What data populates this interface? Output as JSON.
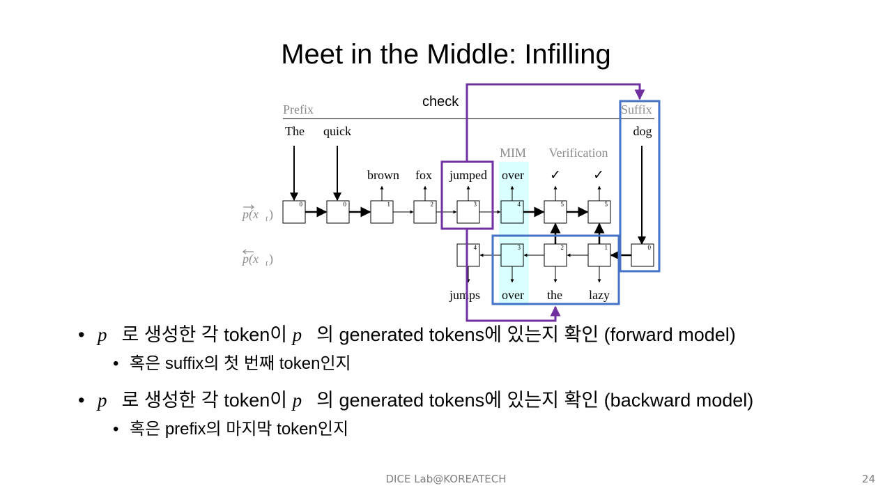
{
  "slide": {
    "title": "Meet in the Middle: Infilling",
    "footer": "DICE Lab@KOREATECH",
    "page_number": "24"
  },
  "diagram": {
    "check_label": "check",
    "prefix_label": "Prefix",
    "suffix_label": "Suffix",
    "mim_label": "MIM",
    "verification_label": "Verification",
    "forward_label": "p(x",
    "forward_sub": "t",
    "backward_label": "p(x",
    "backward_sub": "t",
    "prefix_tokens": [
      "The",
      "quick"
    ],
    "suffix_token": "dog",
    "forward_outputs": [
      "brown",
      "fox",
      "jumped",
      "over"
    ],
    "checkmarks": [
      "✓",
      "✓"
    ],
    "backward_outputs": [
      "jumps",
      "over",
      "the",
      "lazy"
    ],
    "forward_indices": [
      "0",
      "0",
      "1",
      "2",
      "3",
      "4",
      "5",
      "5"
    ],
    "backward_indices": [
      "4",
      "3",
      "2",
      "1",
      "0"
    ],
    "colors": {
      "purple": "#7030a0",
      "blue": "#4472c4",
      "mim_highlight": "#d9ffff"
    }
  },
  "bullets": {
    "b1": {
      "pre": "로 생성한 각 token이 ",
      "mid": "의 generated tokens에 있는지 확인 (forward model)"
    },
    "b1_sub": "혹은 suffix의 첫 번째 token인지",
    "b2": {
      "pre": "로 생성한 각 token이 ",
      "mid": "의 generated tokens에 있는지 확인 (backward model)"
    },
    "b2_sub": "혹은 prefix의 마지막 token인지",
    "p_forward": "p⃗",
    "p_backward": "p⃖"
  }
}
